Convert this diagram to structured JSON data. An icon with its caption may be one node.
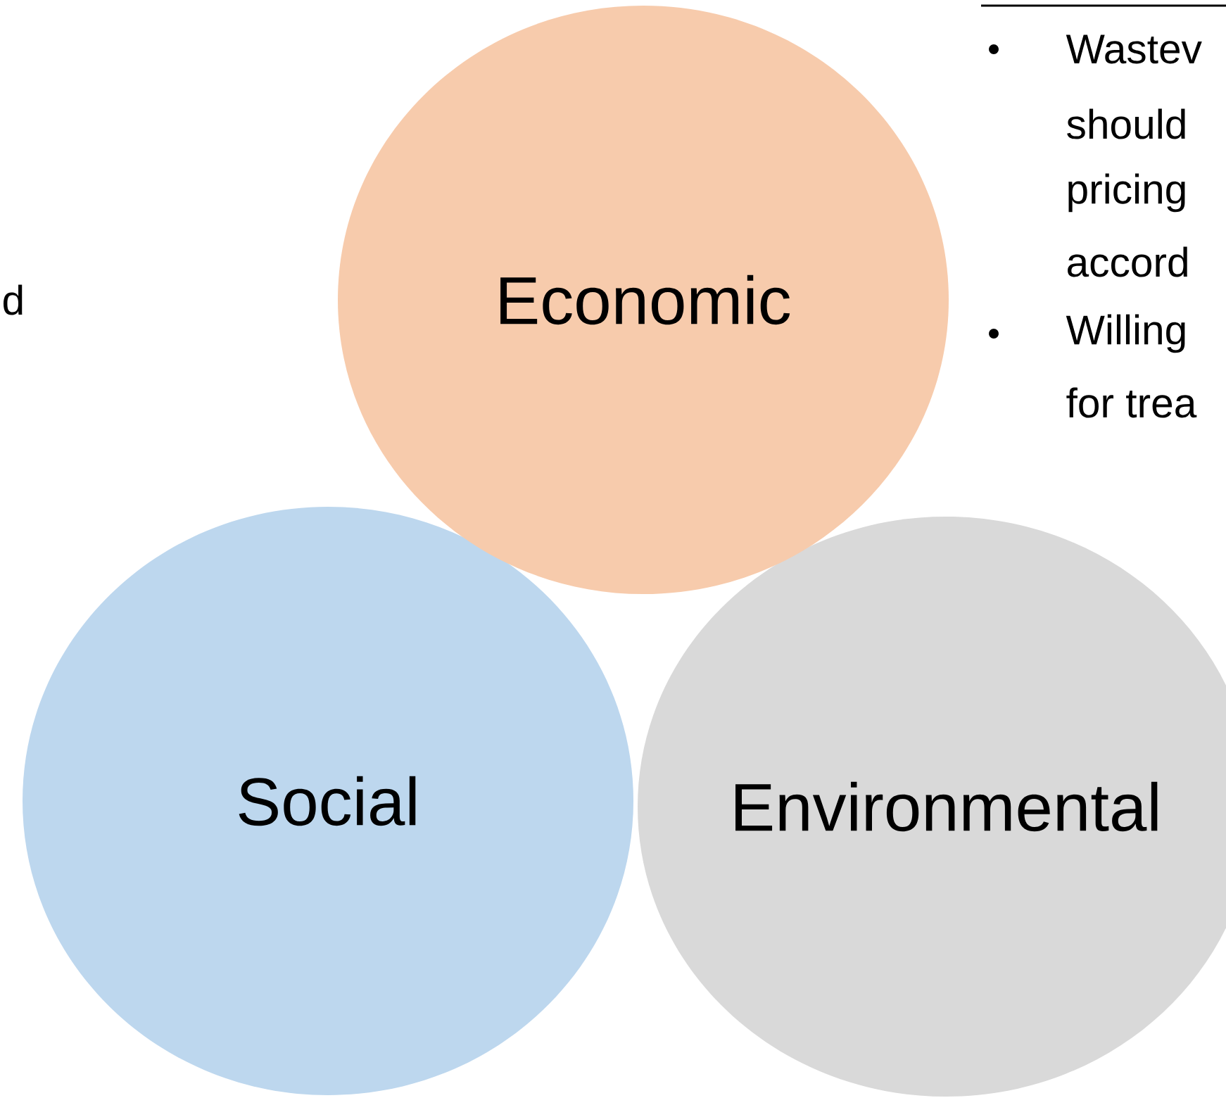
{
  "diagram": {
    "nodes": [
      {
        "text": [
          "Economic"
        ]
      },
      {
        "text": [
          "Social"
        ]
      },
      {
        "text": [
          "Environmental"
        ]
      }
    ],
    "labels": [
      "Wastev",
      "should",
      "pricing",
      "accord",
      "d",
      "Willing",
      "for trea"
    ]
  }
}
